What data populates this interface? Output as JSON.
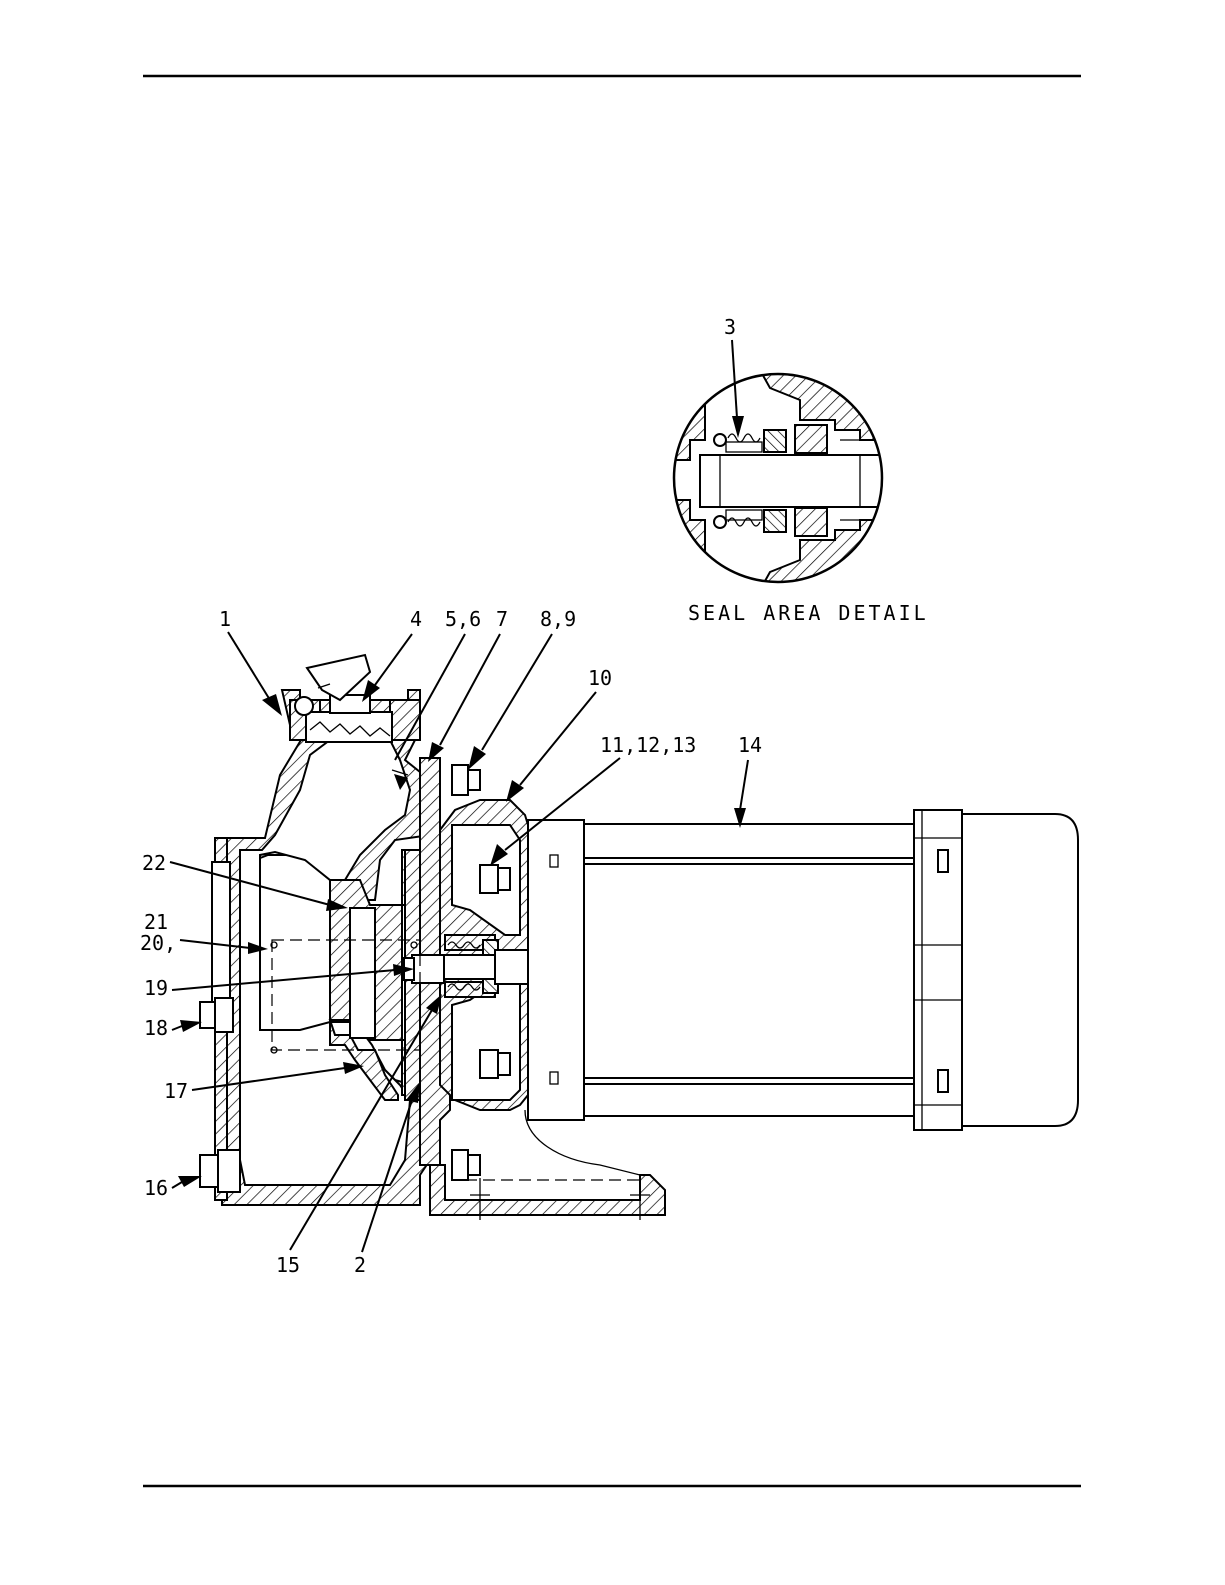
{
  "detail": {
    "caption": "SEAL AREA DETAIL",
    "callout": "3"
  },
  "callouts": [
    {
      "id": "c1",
      "text": "1"
    },
    {
      "id": "c4",
      "text": "4"
    },
    {
      "id": "c56",
      "text": "5,6"
    },
    {
      "id": "c7",
      "text": "7"
    },
    {
      "id": "c89",
      "text": "8,9"
    },
    {
      "id": "c10",
      "text": "10"
    },
    {
      "id": "c111213",
      "text": "11,12,13"
    },
    {
      "id": "c14",
      "text": "14"
    },
    {
      "id": "c22",
      "text": "22"
    },
    {
      "id": "c21",
      "text": "21"
    },
    {
      "id": "c20",
      "text": "20,"
    },
    {
      "id": "c19",
      "text": "19"
    },
    {
      "id": "c18",
      "text": "18"
    },
    {
      "id": "c17",
      "text": "17"
    },
    {
      "id": "c16",
      "text": "16"
    },
    {
      "id": "c15",
      "text": "15"
    },
    {
      "id": "c2",
      "text": "2"
    }
  ]
}
